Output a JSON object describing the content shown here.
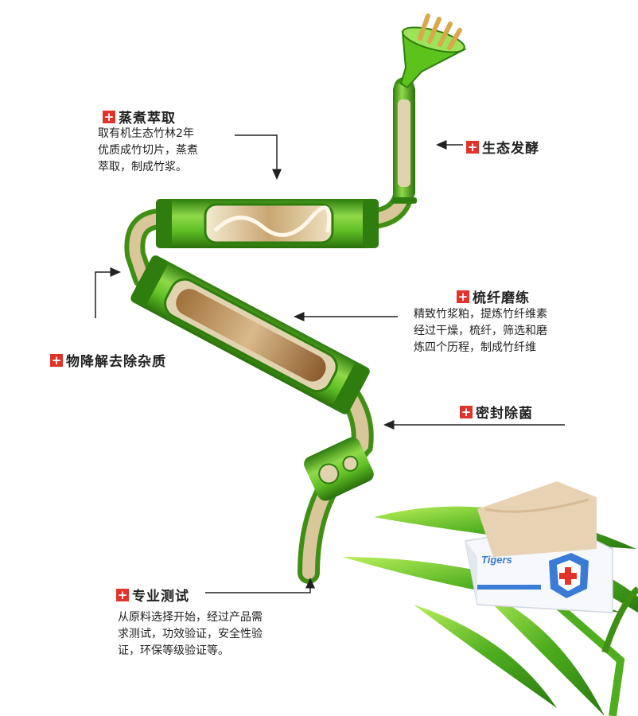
{
  "steps": {
    "extraction": {
      "title": "蒸煮萃取",
      "lines": [
        "取有机生态竹林2年",
        "优质成竹切片，蒸煮",
        "萃取，制成竹浆。"
      ]
    },
    "fermentation": {
      "title": "生态发酵"
    },
    "refining": {
      "title": "梳纤磨练",
      "lines": [
        "精致竹浆粕，提炼竹纤维素",
        "经过干燥，梳纤，筛选和磨",
        "炼四个历程，制成竹纤维"
      ]
    },
    "impurity": {
      "title": "物降解去除杂质"
    },
    "sealing": {
      "title": "密封除菌"
    },
    "testing": {
      "title": "专业测试",
      "lines": [
        "从原料选择开始，经过产品需",
        "求测试，功效验证，安全性验",
        "证，环保等级验证等。"
      ]
    },
    "badge_symbol": "+"
  },
  "product": {
    "brand": "Tigers"
  },
  "colors": {
    "badge": "#e0342b",
    "bamboo_green": "#4fae1f",
    "pipe_inner": "#e2d3b0"
  },
  "icons": [
    "bamboo-pipe-icon",
    "funnel-icon",
    "bamboo-leaves-icon",
    "tissue-box-icon",
    "arrow-icon"
  ]
}
